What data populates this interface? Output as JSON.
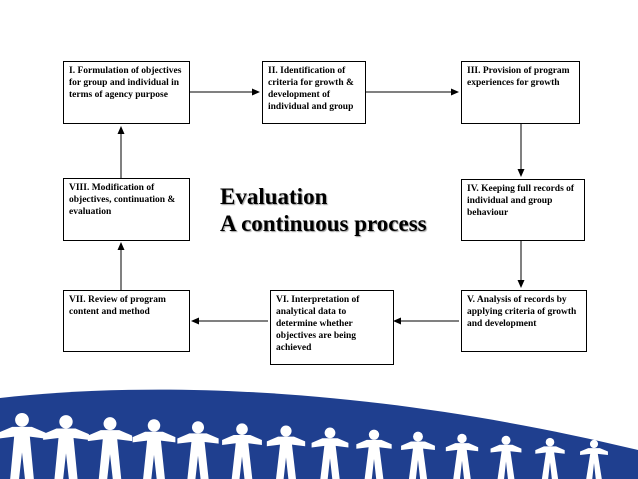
{
  "slide": {
    "title_line1": "Evaluation",
    "title_line2": "A continuous process"
  },
  "steps": [
    {
      "label": "I. Formulation of objectives for group and individual in terms of agency purpose"
    },
    {
      "label": "II. Identification of criteria for growth & development of individual and group"
    },
    {
      "label": "III. Provision of program experiences for growth"
    },
    {
      "label": "IV. Keeping full records of individual and group behaviour"
    },
    {
      "label": "V. Analysis of records by applying criteria of growth and development"
    },
    {
      "label": "VI. Interpretation of analytical data to determine whether objectives are being achieved"
    },
    {
      "label": "VII. Review of program content and method"
    },
    {
      "label": "VIII. Modification of objectives, continuation & evaluation"
    }
  ],
  "colors": {
    "banner": "#1f3f8f",
    "figures": "#ffffff",
    "arrow": "#000000"
  }
}
